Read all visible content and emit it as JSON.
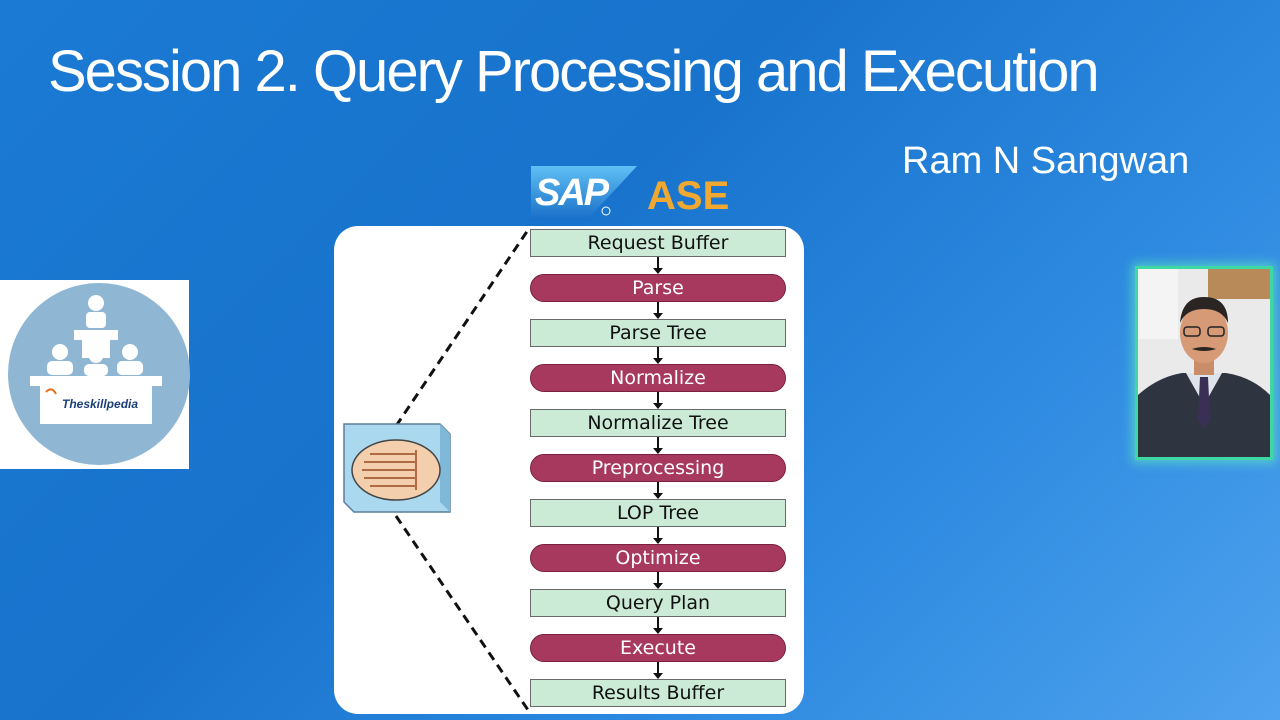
{
  "slide": {
    "title": "Session 2. Query Processing and Execution",
    "author": "Ram N Sangwan"
  },
  "logo": {
    "text": "Theskillpedia"
  },
  "badge": {
    "sap": "SAP",
    "ase": "ASE"
  },
  "diagram": {
    "stages": [
      {
        "label": "Request Buffer",
        "kind": "box"
      },
      {
        "label": "Parse",
        "kind": "pill"
      },
      {
        "label": "Parse Tree",
        "kind": "box"
      },
      {
        "label": "Normalize",
        "kind": "pill"
      },
      {
        "label": "Normalize Tree",
        "kind": "box"
      },
      {
        "label": "Preprocessing",
        "kind": "pill"
      },
      {
        "label": "LOP Tree",
        "kind": "box"
      },
      {
        "label": "Optimize",
        "kind": "pill"
      },
      {
        "label": "Query Plan",
        "kind": "box"
      },
      {
        "label": "Execute",
        "kind": "pill"
      },
      {
        "label": "Results Buffer",
        "kind": "box"
      }
    ]
  },
  "colors": {
    "background": "#1a7ad4",
    "box_fill": "#ccebd6",
    "pill_fill": "#a8395e",
    "ase": "#f0a830",
    "photo_frame": "#3fd8a4"
  },
  "icons": [
    "presenter-icon",
    "server-node-icon",
    "sap-logo-icon",
    "presenter-photo"
  ]
}
